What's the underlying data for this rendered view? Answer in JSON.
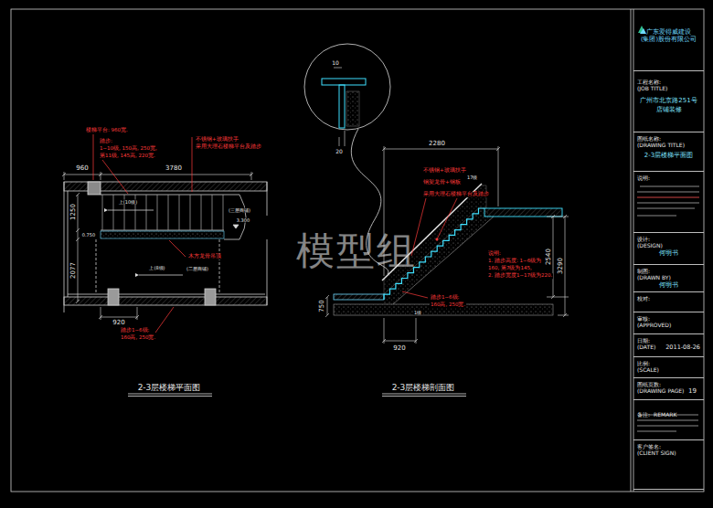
{
  "diagram": {
    "nodes": [
      {
        "text": [
          "广东爱得威建设 (集团)股份有限公司"
        ]
      },
      {
        "text": [
          "工程名称:",
          "(JOB TITLE)",
          "广州市北京路251号 店铺装修"
        ]
      },
      {
        "text": [
          "图纸名称:",
          "(DRAWING TITLE)",
          "2-3层楼梯平面图"
        ]
      },
      {
        "text": [
          "说明:"
        ]
      },
      {
        "text": [
          "设计:",
          "(DESIGN)",
          "何明书"
        ]
      },
      {
        "text": [
          "制图:",
          "(DRAWN BY)",
          "何明书"
        ]
      },
      {
        "text": [
          "校对:"
        ]
      },
      {
        "text": [
          "审核:",
          "(APPROVED)"
        ]
      },
      {
        "text": [
          "日期:",
          "(DATE)",
          "2011-08-26"
        ]
      },
      {
        "text": [
          "比例:",
          "(SCALE)"
        ]
      },
      {
        "text": [
          "图纸页数:",
          "(DRAWING PAGE)",
          "19"
        ]
      },
      {
        "text": [
          "备注:",
          "REMARK"
        ]
      },
      {
        "text": [
          "客户签名:",
          "(CLIENT SIGN)"
        ]
      }
    ],
    "labels": [
      "楼梯平台: 960宽.",
      "踏步:",
      "1~10级, 150高, 250宽,",
      "第11级, 145高, 220宽.",
      "不锈钢+玻璃扶手",
      "采用大理石楼梯平台及踏步",
      "960",
      "3780",
      "1250",
      "2077",
      "上(10级)",
      "(三层商铺)",
      "3.300",
      "0.750",
      "木方龙骨吊顶",
      "上(8级)",
      "(二层商铺)",
      "920",
      "踏步1~6级:",
      "160高, 250宽.",
      "2-3层楼梯平面图",
      "10",
      "20",
      "2280",
      "不锈钢+玻璃扶手",
      "钢架龙骨+钢板",
      "采用大理石楼梯平台及踏步",
      "17级",
      "说明:",
      "1. 踏步高度: 1~6级为",
      "160, 第7级为145,",
      "2. 踏步宽度1~17级为220.",
      "2540",
      "3290",
      "750",
      "踏步1~6级:",
      "160高, 250宽.",
      "1级",
      "920",
      "2-3层楼梯剖面图",
      "模型组"
    ]
  }
}
